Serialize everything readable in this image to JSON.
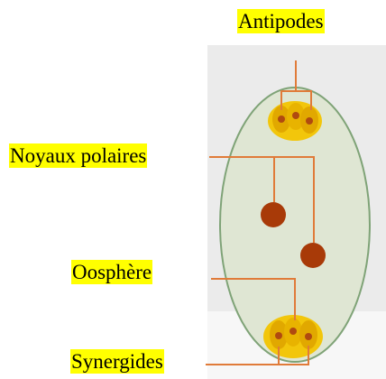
{
  "labels": {
    "antipodes": "Antipodes",
    "noyaux_polaires": "Noyaux polaires",
    "oosphere": "Oosphère",
    "synergides": "Synergides"
  },
  "colors": {
    "label_highlight": "#ffff00",
    "sac_fill": "#dfe6d3",
    "sac_outline": "#7fa377",
    "pointer_lines": "#e07b39",
    "cell_clusters": "#f2c400",
    "nuclei": "#a83a08"
  }
}
